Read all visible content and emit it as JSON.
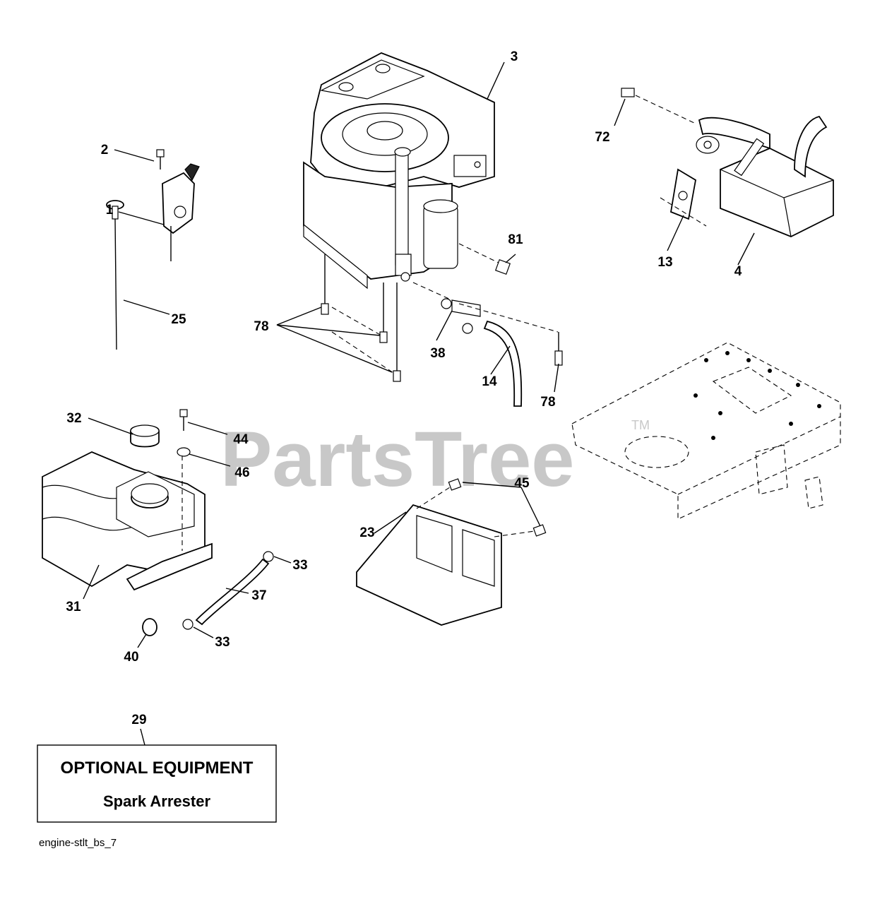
{
  "watermark": {
    "text": "PartsTree",
    "trademark": "TM"
  },
  "part_labels": {
    "p1": "1",
    "p2": "2",
    "p3": "3",
    "p4": "4",
    "p13": "13",
    "p14": "14",
    "p23": "23",
    "p25": "25",
    "p29": "29",
    "p31": "31",
    "p32": "32",
    "p33a": "33",
    "p33b": "33",
    "p37": "37",
    "p38": "38",
    "p40": "40",
    "p44": "44",
    "p45": "45",
    "p46": "46",
    "p72": "72",
    "p78a": "78",
    "p78b": "78",
    "p81": "81"
  },
  "optional_box": {
    "title": "OPTIONAL EQUIPMENT",
    "subtitle": "Spark Arrester"
  },
  "diagram_id": "engine-stlt_bs_7"
}
